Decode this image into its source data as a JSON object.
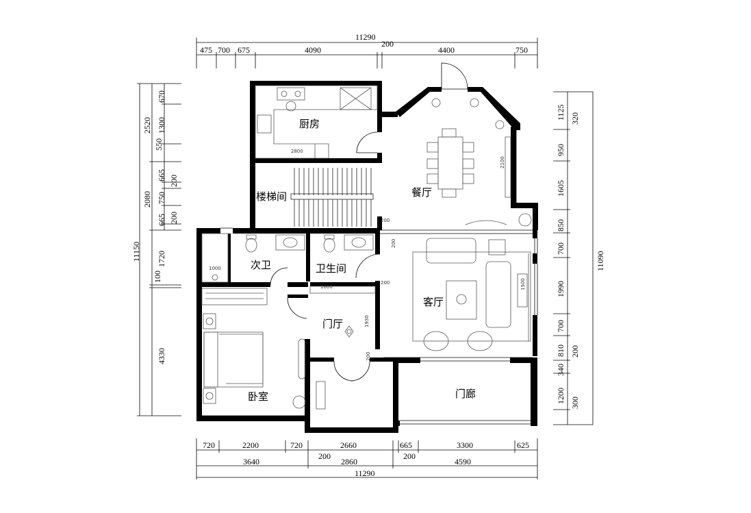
{
  "rooms": {
    "kitchen": "厨房",
    "dining": "餐厅",
    "stairwell": "楼梯间",
    "secondary_bath": "次卫",
    "bathroom": "卫生间",
    "living": "客厅",
    "foyer": "门厅",
    "bedroom": "卧室",
    "porch": "门廊"
  },
  "dims_top": {
    "total": "11290",
    "row": [
      "475",
      "700",
      "675",
      "4090",
      "4400",
      "750"
    ],
    "gap": "200"
  },
  "dims_bottom": {
    "row1": [
      "720",
      "2200",
      "720",
      "2660",
      "665",
      "3300",
      "625"
    ],
    "gap_left": "200",
    "gap_right": "200",
    "row2": [
      "3640",
      "2860",
      "4590"
    ],
    "total": "11290"
  },
  "dims_left": {
    "total": "11150",
    "outer": [
      "2520",
      "2080",
      "1720",
      "100",
      "4330"
    ],
    "inner": [
      "670",
      "1300",
      "550",
      "665",
      "200",
      "750",
      "665",
      "200"
    ]
  },
  "dims_right": {
    "total": "11090",
    "outer": [
      "1125",
      "950",
      "1605",
      "850",
      "700",
      "1990",
      "700",
      "810",
      "340",
      "1200"
    ],
    "inner": [
      "320",
      "200",
      "300"
    ]
  },
  "interior_labels": [
    "2800",
    "1000",
    "1600",
    "1930",
    "2100",
    "1500",
    "200",
    "200",
    "200",
    "200"
  ]
}
